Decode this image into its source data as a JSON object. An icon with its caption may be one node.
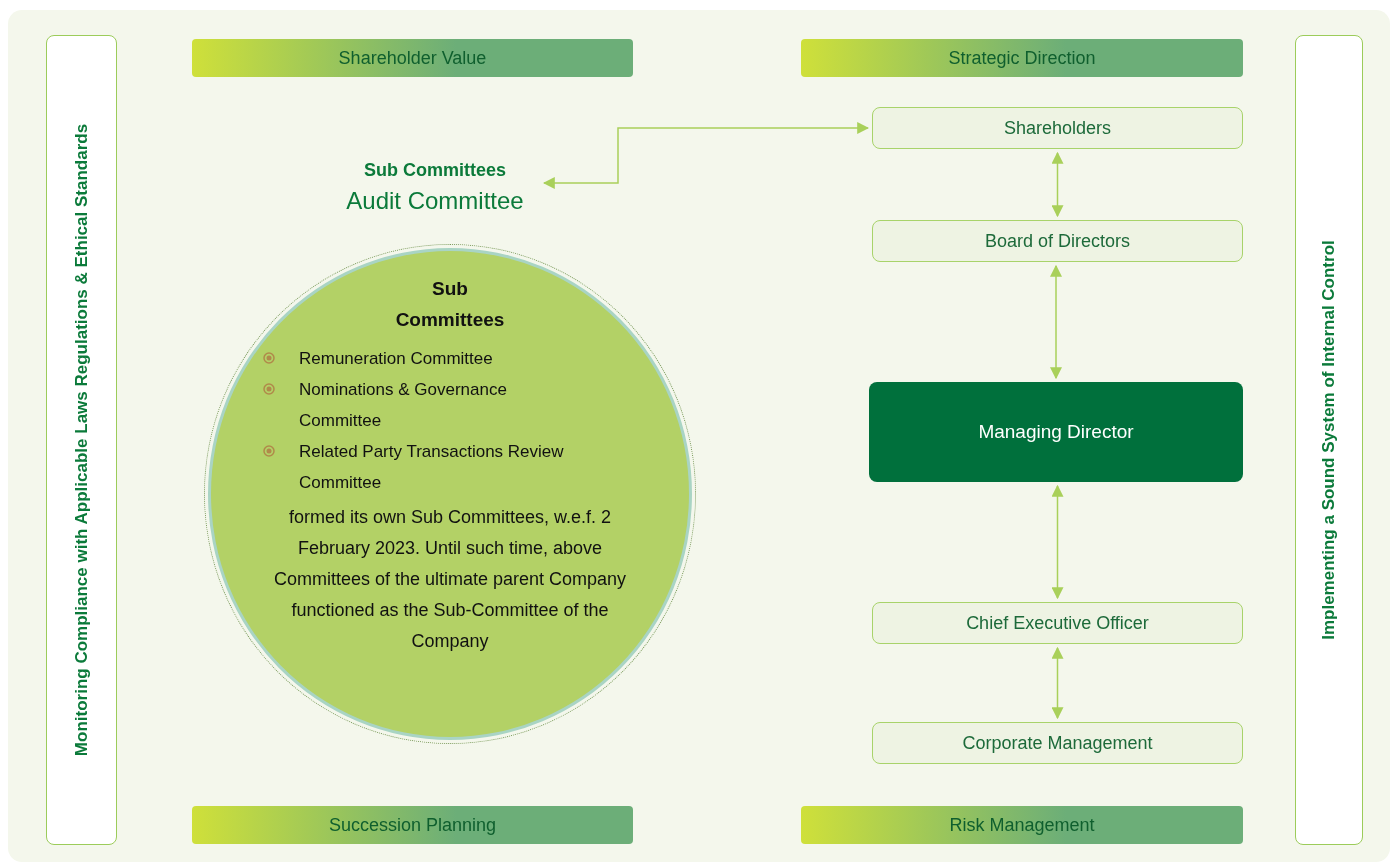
{
  "diagram": {
    "nodes": [
      {
        "text": [
          "Monitoring Compliance with Applicable Laws Regulations & Ethical Standards"
        ]
      },
      {
        "text": [
          "Shareholder Value"
        ]
      },
      {
        "text": [
          "Strategic Direction"
        ]
      },
      {
        "text": [
          "Implementing a Sound System of Internal Control"
        ]
      },
      {
        "text": [
          "Sub Committees",
          "Audit Committee"
        ]
      },
      {
        "text": [
          "Shareholders"
        ]
      },
      {
        "text": [
          "Board of Directors"
        ]
      },
      {
        "text": [
          "Sub Committees",
          "Remuneration Committee",
          "Nominations & Governance Committee",
          "Related Party Transactions Review Committee",
          "formed its own Sub Committees, w.e.f. 2 February 2023. Until such time, above Committees of the ultimate parent Company functioned as the Sub-Committee of the Company"
        ]
      },
      {
        "text": [
          "Managing Director"
        ]
      },
      {
        "text": [
          "Chief Executive Officer"
        ]
      },
      {
        "text": [
          "Corporate Management"
        ]
      },
      {
        "text": [
          "Succession Planning"
        ]
      },
      {
        "text": [
          "Risk Management"
        ]
      }
    ],
    "edges": [
      {
        "from": 4,
        "to": 5,
        "arrow": "both"
      },
      {
        "from": 5,
        "to": 6,
        "arrow": "both"
      },
      {
        "from": 6,
        "to": 8,
        "arrow": "both"
      },
      {
        "from": 8,
        "to": 9,
        "arrow": "both"
      },
      {
        "from": 9,
        "to": 10,
        "arrow": "both"
      }
    ]
  }
}
